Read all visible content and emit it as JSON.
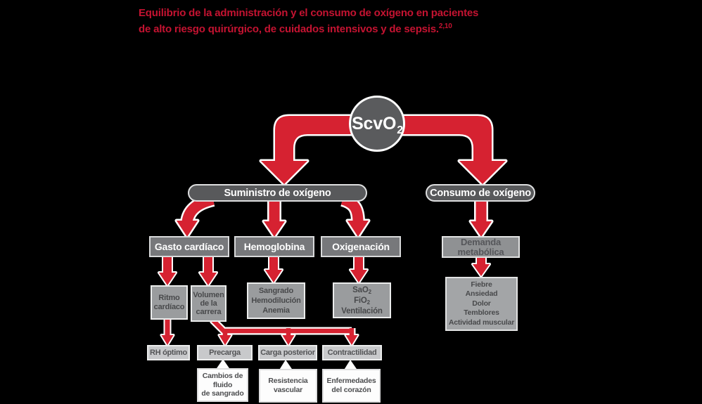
{
  "title": {
    "line1": "Equilibrio de la administración y el consumo de oxígeno en pacientes",
    "line2": "de alto riesgo quirúrgico, de cuidados intensivos y de sepsis.",
    "reference": "2,10"
  },
  "diagram": {
    "root": {
      "label": "ScvO",
      "sub": "2"
    },
    "supply": {
      "label": "Suministro de oxígeno",
      "cardiac_output": {
        "label": "Gasto cardíaco",
        "heart_rate": {
          "line1": "Ritmo",
          "line2": "cardíaco",
          "result": "RH óptimo"
        },
        "stroke_volume": {
          "line1": "Volumen",
          "line2": "de la",
          "line3": "carrera",
          "determinants": {
            "preload": {
              "label": "Precarga",
              "detail": {
                "line1": "Cambios de",
                "line2": "fluido",
                "line3": "de sangrado"
              }
            },
            "afterload": {
              "label": "Carga posterior",
              "detail": {
                "line1": "Resistencia",
                "line2": "vascular"
              }
            },
            "contractility": {
              "label": "Contractilidad",
              "detail": {
                "line1": "Enfermedades",
                "line2": "del corazón"
              }
            }
          }
        }
      },
      "hemoglobin": {
        "label": "Hemoglobina",
        "factors": {
          "line1": "Sangrado",
          "line2": "Hemodilución",
          "line3": "Anemia"
        }
      },
      "oxygenation": {
        "label": "Oxigenación",
        "factors": {
          "sao_base": "SaO",
          "sao_sub": "2",
          "fio_base": "FiO",
          "fio_sub": "2",
          "line3": "Ventilación"
        }
      }
    },
    "consumption": {
      "label": "Consumo de oxígeno",
      "metabolic_demand": {
        "line1": "Demanda",
        "line2": "metabólica",
        "factors": {
          "line1": "Fiebre",
          "line2": "Ansiedad",
          "line3": "Dolor",
          "line4": "Temblores",
          "line5": "Actividad muscular"
        }
      }
    }
  },
  "colors": {
    "background": "#000000",
    "title_red": "#c41331",
    "arrow_red": "#d62231",
    "node_dark_gray": "#58595b",
    "node_mid_gray": "#77787b",
    "node_gray": "#9a9c9e",
    "node_pale_gray": "#c8c9cb",
    "callout_white": "#fdfdfd"
  }
}
